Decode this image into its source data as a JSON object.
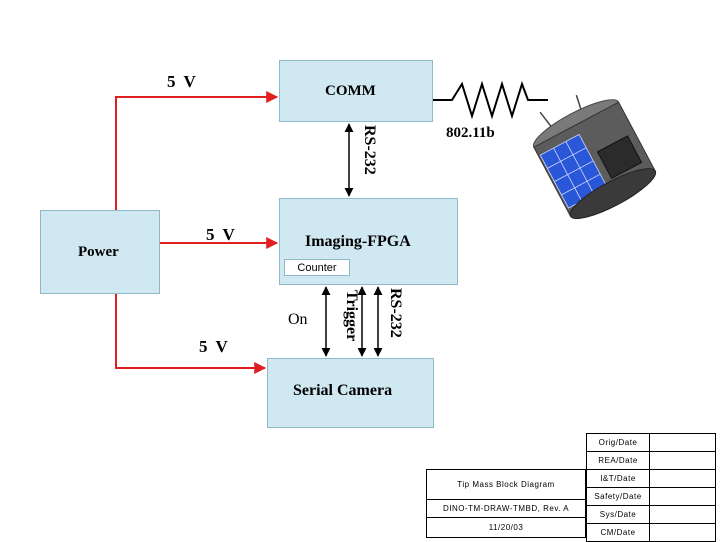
{
  "blocks": {
    "comm": "COMM",
    "power": "Power",
    "imaging": "Imaging-FPGA",
    "counter": "Counter",
    "camera": "Serial Camera"
  },
  "labels": {
    "v_top": "5 V",
    "v_mid": "5 V",
    "v_bottom": "5 V",
    "rs232_comm": "RS-232",
    "rs232_camera": "RS-232",
    "trigger": "Trigger",
    "on": "On",
    "wifi": "802.11b"
  },
  "title_block": {
    "title": "Tip Mass Block Diagram",
    "doc_number": "DINO-TM-DRAW-TMBD, Rev. A",
    "date": "11/20/03",
    "approvals": [
      "Orig/Date",
      "REA/Date",
      "I&T/Date",
      "Safety/Date",
      "Sys/Date",
      "CM/Date"
    ]
  },
  "colors": {
    "box_fill": "#cfe8f2",
    "power_wire": "#e02020",
    "signal": "#000000"
  }
}
